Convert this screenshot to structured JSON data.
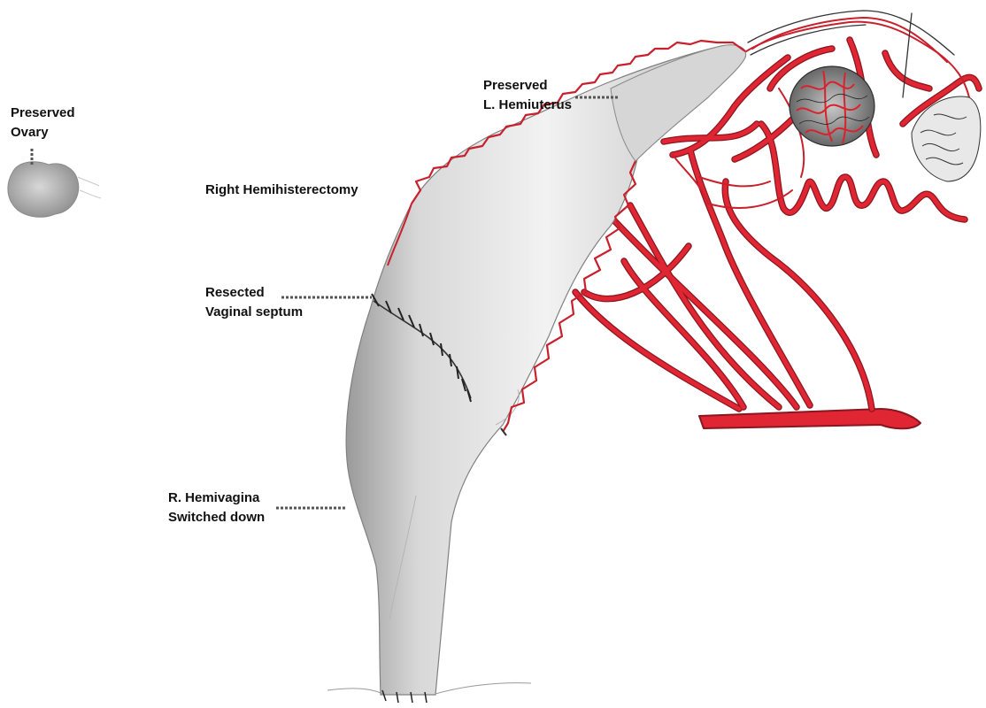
{
  "labels": {
    "preserved_ovary": {
      "line1": "Preserved",
      "line2": "Ovary"
    },
    "right_hemihysterectomy": "Right Hemihisterectomy",
    "resected_septum": {
      "line1": "Resected",
      "line2": "Vaginal septum"
    },
    "r_hemivagina": {
      "line1": "R. Hemivagina",
      "line2": "Switched down"
    },
    "preserved_hemiuterus": {
      "line1": "Preserved",
      "line2": "L. Hemiuterus"
    }
  },
  "colors": {
    "vessel": "#d8232e",
    "vessel_dark": "#9b1520",
    "organ_outline": "#7a7a7a",
    "leader": "#555555"
  }
}
